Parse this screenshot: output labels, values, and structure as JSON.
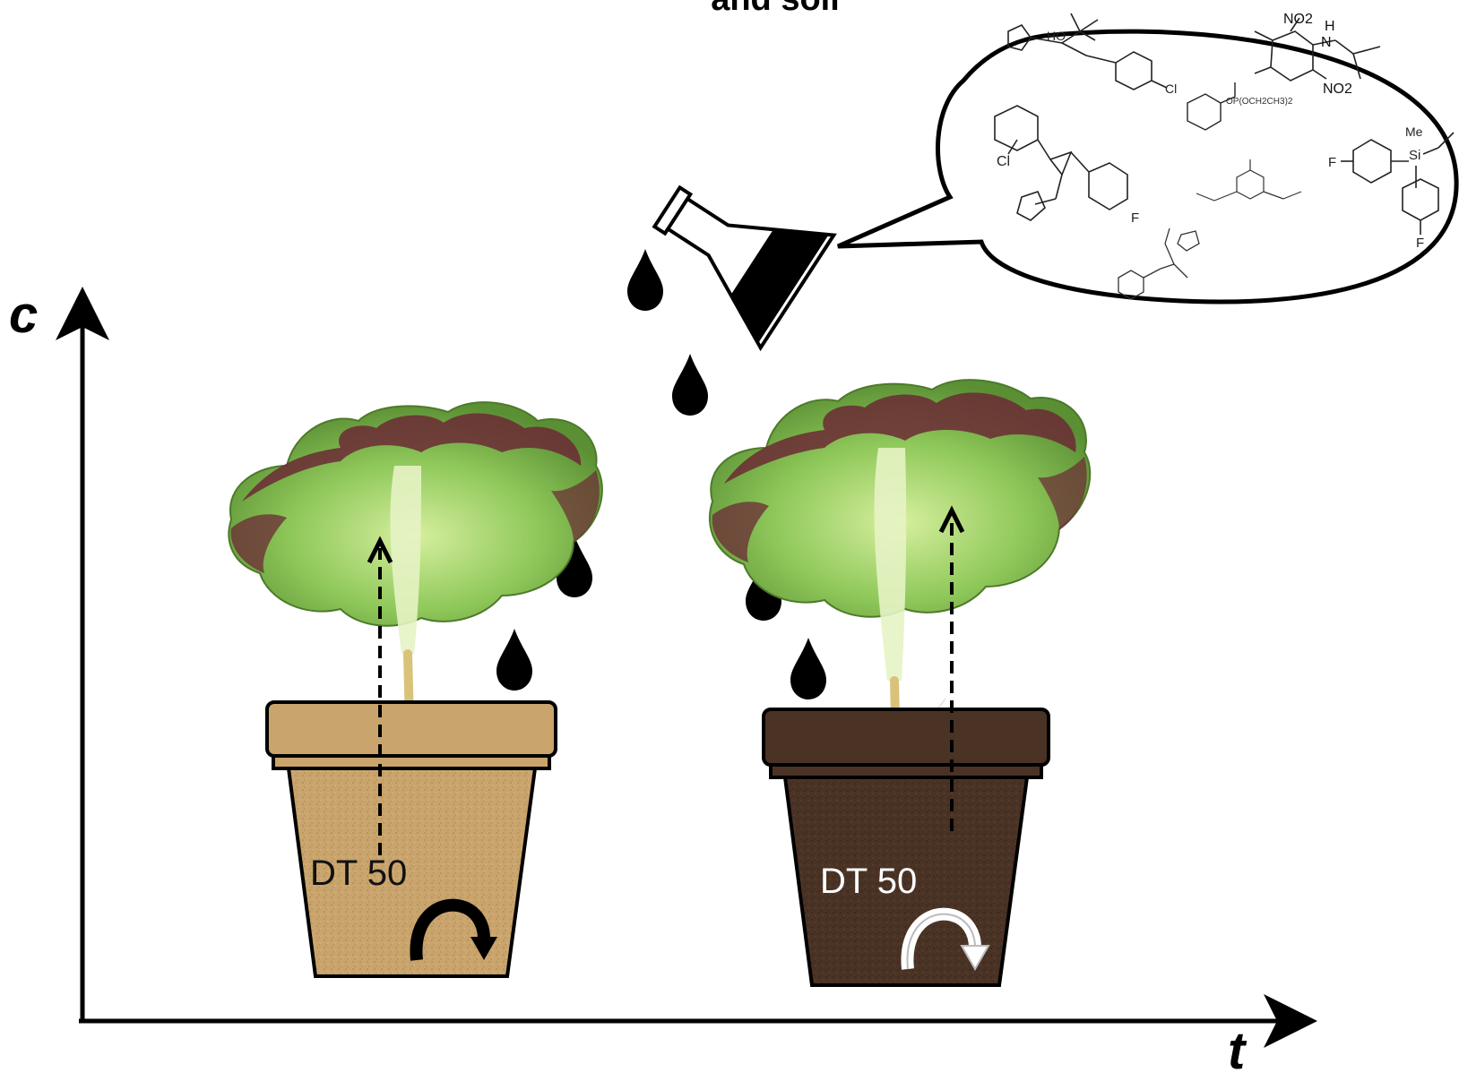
{
  "title_partial": "and soil",
  "axes": {
    "y_label": "c",
    "x_label": "t"
  },
  "pots": [
    {
      "soil": "sandy-light",
      "dt_label": "DT 50",
      "arrow_color": "#000000"
    },
    {
      "soil": "organic-dark",
      "dt_label": "DT 50",
      "arrow_color": "#ffffff"
    }
  ],
  "flask": {
    "icon": "erlenmeyer-flask-icon"
  },
  "bubble": {
    "labels": {
      "no2_top": "NO2",
      "no2_bottom": "NO2",
      "ho": "HO",
      "h": "H",
      "n": "N",
      "cl_a": "Cl",
      "cl_b": "Cl",
      "f_a": "F",
      "f_b": "F",
      "f_c": "F",
      "me": "Me",
      "si": "Si",
      "op_group": "OP(OCH2CH3)2"
    }
  },
  "colors": {
    "sandy_soil": "#c9a46c",
    "dark_soil": "#4a3325",
    "lettuce_green": "#8fc85a",
    "lettuce_red": "#6b2a35",
    "ink": "#000000"
  }
}
